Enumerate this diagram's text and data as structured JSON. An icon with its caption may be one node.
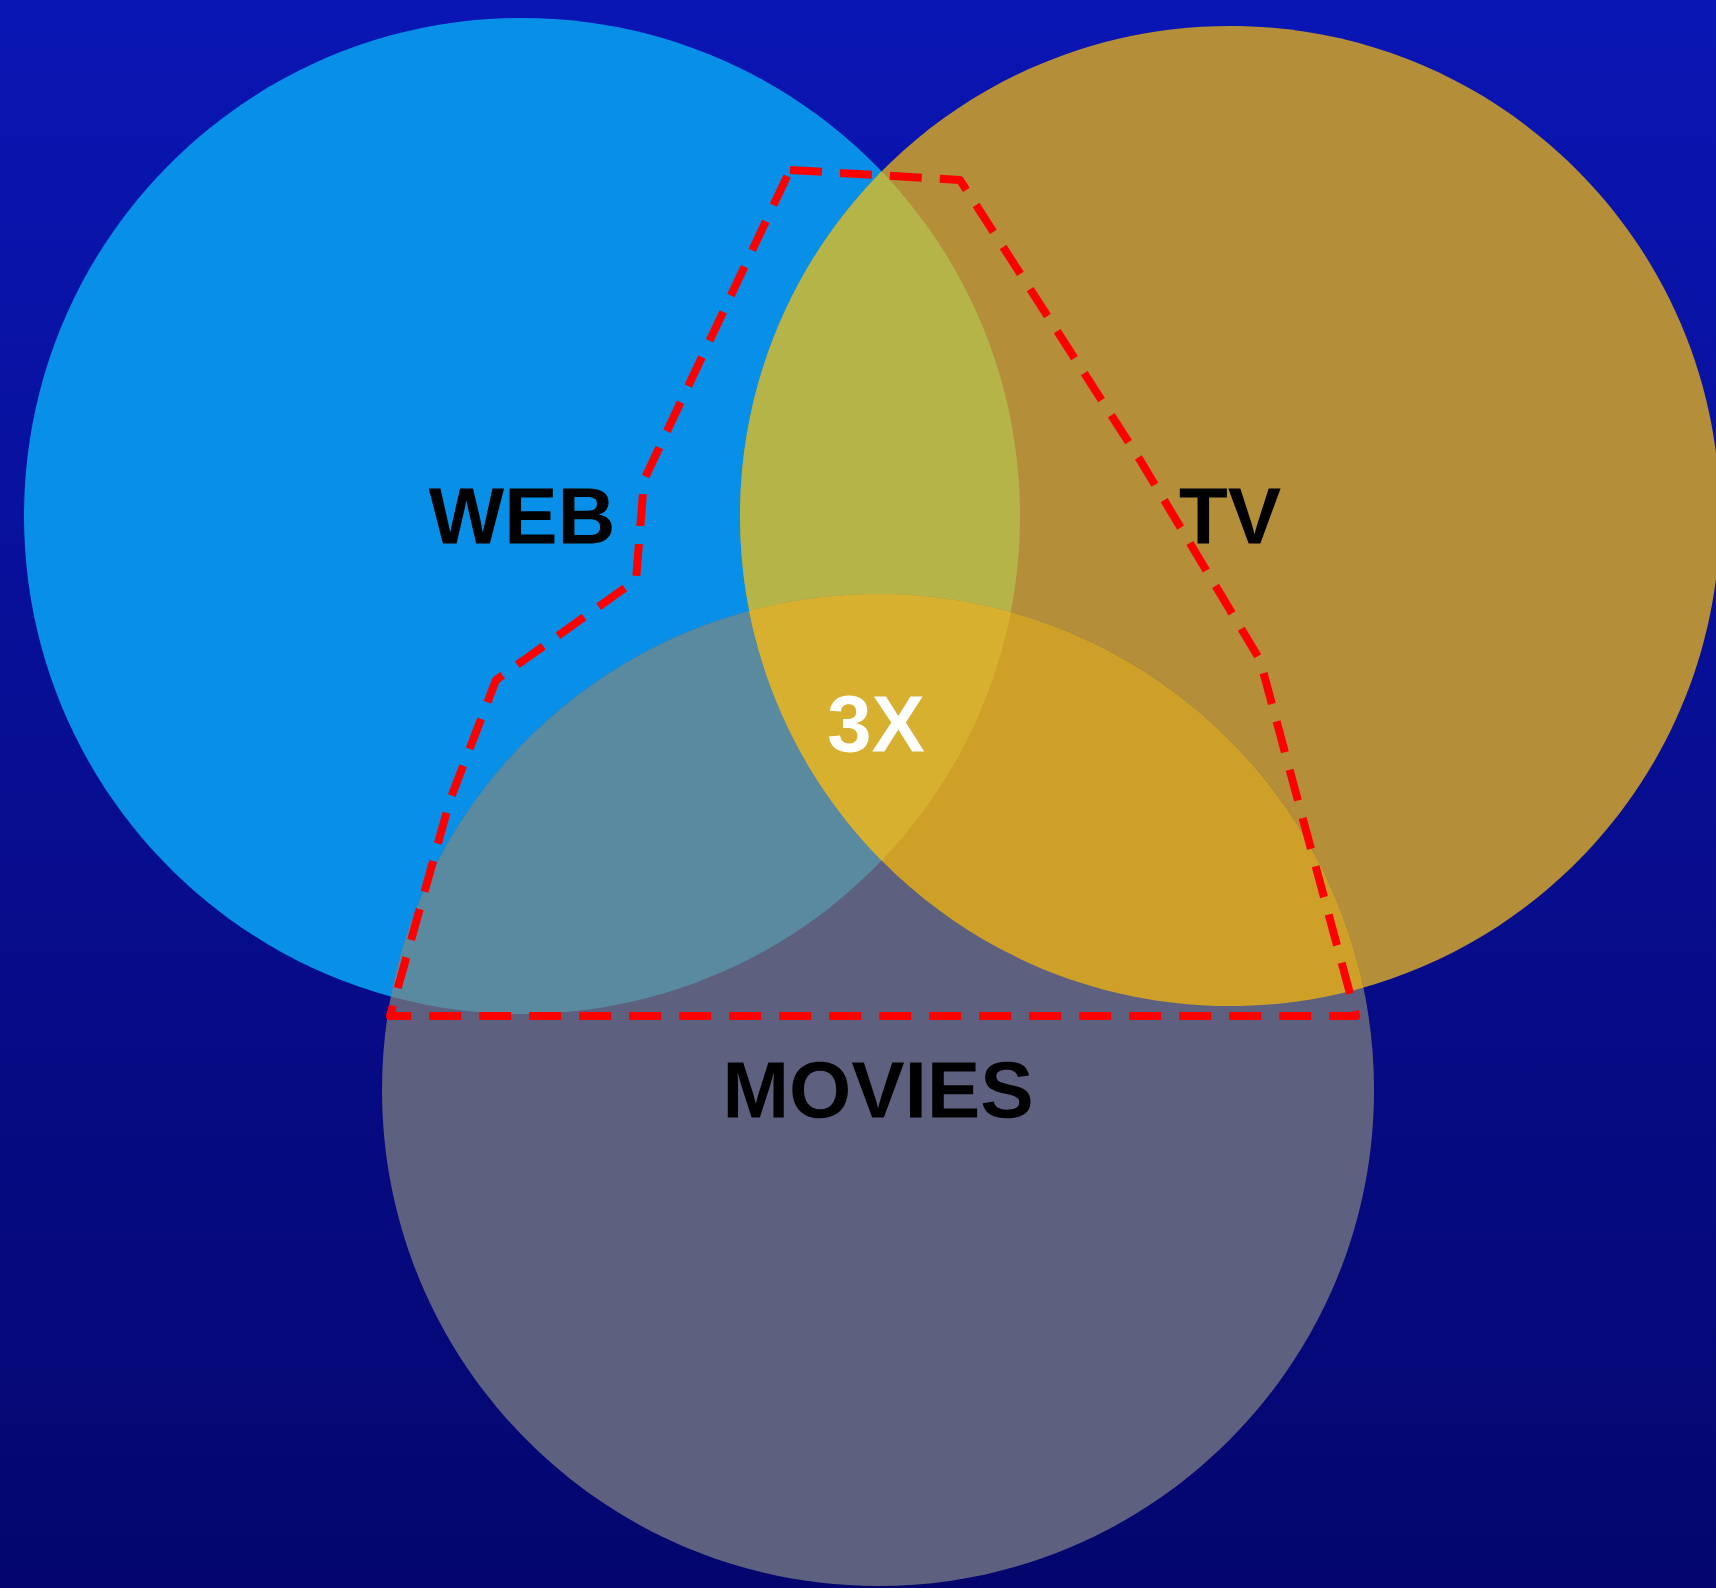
{
  "diagram": {
    "nodes": [
      {
        "text": [
          "WEB"
        ]
      },
      {
        "text": [
          "TV"
        ]
      },
      {
        "text": [
          "MOVIES"
        ]
      },
      {
        "text": [],
        "shape": "polygon"
      }
    ],
    "labels": [
      "3X"
    ]
  }
}
